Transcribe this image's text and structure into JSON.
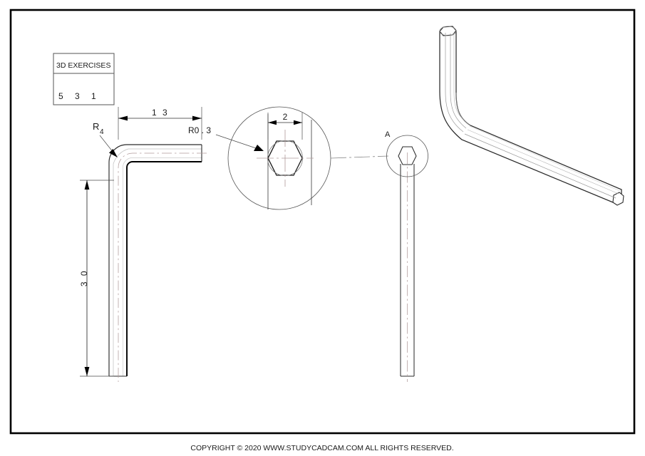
{
  "sheet": {
    "background": "#ffffff",
    "border_color": "#000000",
    "line_color": "#1a1a1a",
    "centerline_color": "#b09a9a"
  },
  "title_block": {
    "name": "3D EXERCISES",
    "numbers": "5   3   1",
    "number_items": [
      "5",
      "3",
      "1"
    ]
  },
  "dimensions": {
    "arm_length": "1 3",
    "leg_length": "3 0",
    "bend_radius": "R",
    "bend_radius_value": "4",
    "across_flats": "2",
    "corner_radius": "R0 . 3"
  },
  "detail": {
    "marker_label": "A"
  },
  "footer": {
    "copyright": "COPYRIGHT © 2020 WWW.STUDYCADCAM.COM ALL RIGHTS RESERVED."
  },
  "views": {
    "front_view": "hex-key-front-view",
    "side_view": "hex-key-side-view",
    "detail_view": "hex-section-detail",
    "iso_view": "hex-key-isometric"
  }
}
